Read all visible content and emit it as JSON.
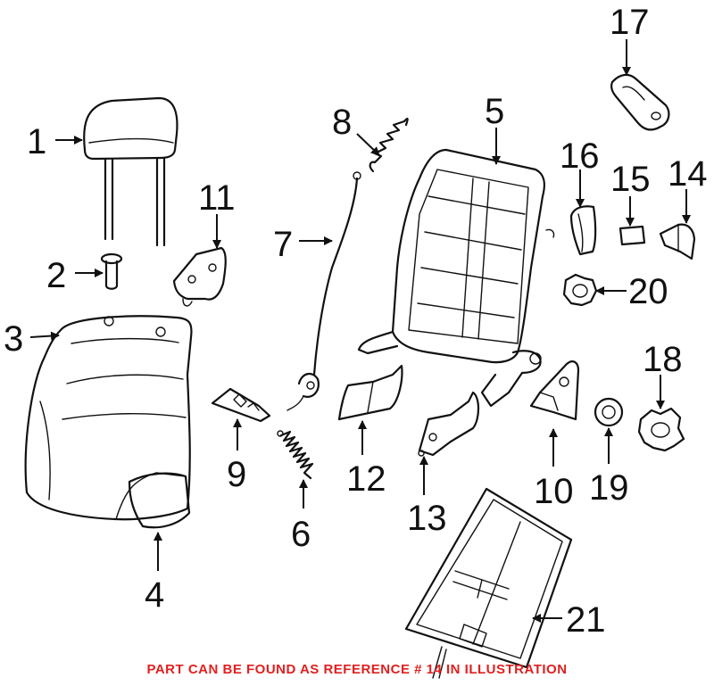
{
  "callouts": [
    "1",
    "2",
    "3",
    "4",
    "5",
    "6",
    "7",
    "8",
    "9",
    "10",
    "11",
    "12",
    "13",
    "14",
    "15",
    "16",
    "17",
    "18",
    "19",
    "20",
    "21"
  ],
  "footer_note": "PART CAN BE FOUND AS REFERENCE # 14 IN ILLUSTRATION",
  "colors": {
    "line": "#111111",
    "note": "#e02020",
    "background": "#ffffff"
  }
}
